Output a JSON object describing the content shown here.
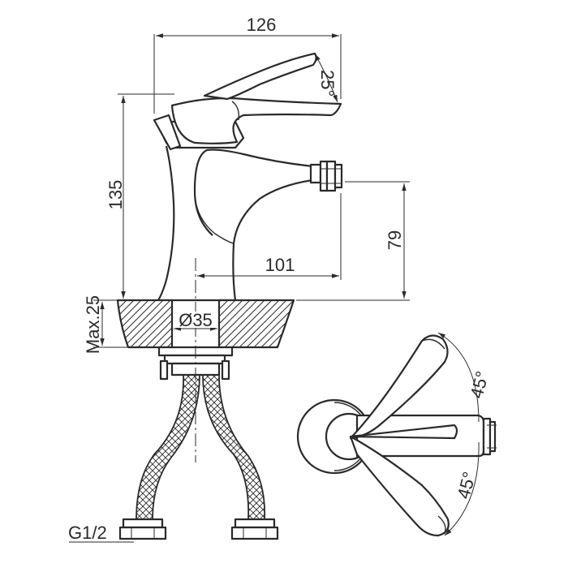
{
  "drawing": {
    "line_color": "#2a2a2a",
    "background": "#ffffff",
    "dimensions": {
      "width_top": "126",
      "height_total": "135",
      "spout_reach": "101",
      "spout_height": "79",
      "lever_tilt": "25°",
      "mount_hole": "Ø35",
      "max_thickness": "Max.25",
      "connection": "G1/2",
      "rotation_upper": "45°",
      "rotation_lower": "45°"
    }
  }
}
